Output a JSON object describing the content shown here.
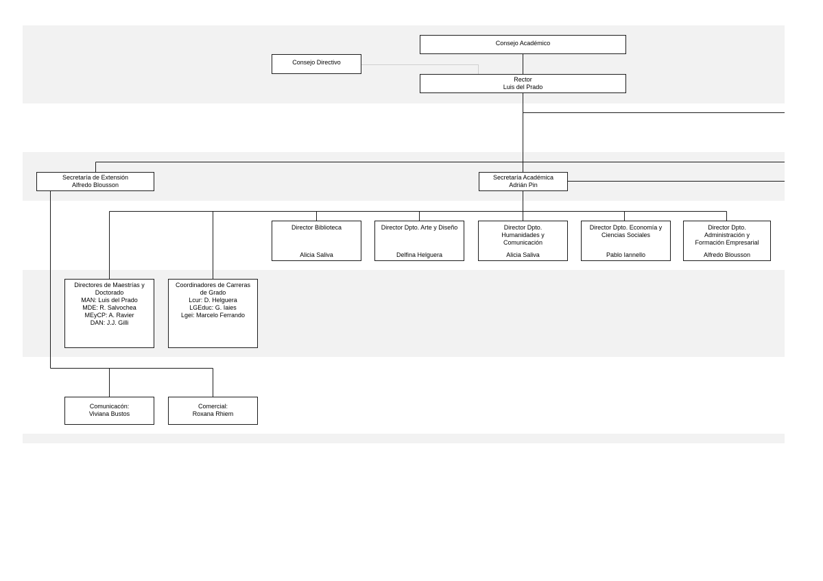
{
  "nodes": {
    "consejo_academico": {
      "title": "Consejo Académico"
    },
    "consejo_directivo": {
      "title": "Consejo Directivo"
    },
    "rector": {
      "title": "Rector",
      "name": "Luis del Prado"
    },
    "secretaria_extension": {
      "title": "Secretaría de Extensión",
      "name": "Alfredo Blousson"
    },
    "secretaria_academica": {
      "title": "Secretaría Académica",
      "name": "Adrián Pin"
    },
    "director_biblioteca": {
      "title": "Director Biblioteca",
      "name": "Alicia Saliva"
    },
    "director_arte": {
      "title": "Director Dpto. Arte y Diseño",
      "name": "Delfina Helguera"
    },
    "director_humanidades": {
      "title": "Director Dpto.\nHumanidades y\nComunicación",
      "name": "Alicia Saliva"
    },
    "director_economia": {
      "title": "Director Dpto. Economía y\nCiencias Sociales",
      "name": "Pablo Iannello"
    },
    "director_administracion": {
      "title": "Director Dpto.\nAdministración y\nFormación Empresarial",
      "name": "Alfredo Blousson"
    },
    "directores_maestrias": {
      "title": "Directores de Maestrías y\nDoctorado",
      "lines": "MAN: Luis del Prado\nMDE: R. Salvochea\nMEyCP: A. Ravier\nDAN: J.J. Gilli"
    },
    "coordinadores_carreras": {
      "title": "Coordinadores de Carreras\nde Grado",
      "lines": "Lcur: D. Helguera\nLGEduc: G. Iaies\nLgei: Marcelo Ferrando"
    },
    "comunicacion": {
      "title": "Comunicacón:",
      "name": "Viviana Bustos"
    },
    "comercial": {
      "title": "Comercial:",
      "name": "Roxana Rhiem"
    }
  },
  "colors": {
    "band": "#f2f2f2",
    "line": "#1a1a1a",
    "border": "#1a1a1a"
  }
}
